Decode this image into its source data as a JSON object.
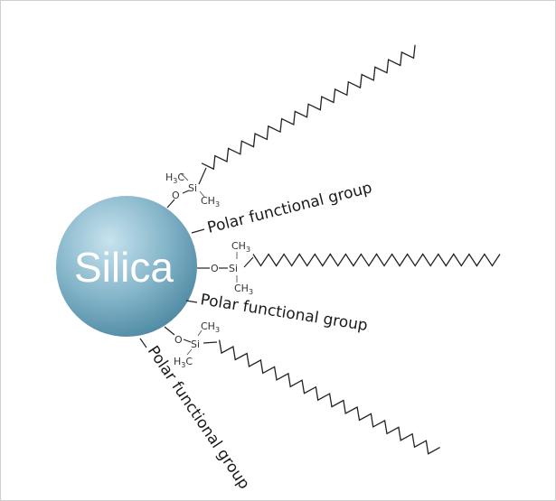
{
  "diagram": {
    "particle_label": "Silica",
    "polar_group_label": "Polar functional group",
    "atoms": {
      "oxygen": "O",
      "silicon": "Si",
      "methyl_top_left": "H3C",
      "methyl": "CH3"
    },
    "colors": {
      "sphere_highlight": "#b9dbe8",
      "sphere_mid": "#7fb0c5",
      "sphere_edge": "#4f8aa4",
      "line": "#222222"
    }
  }
}
